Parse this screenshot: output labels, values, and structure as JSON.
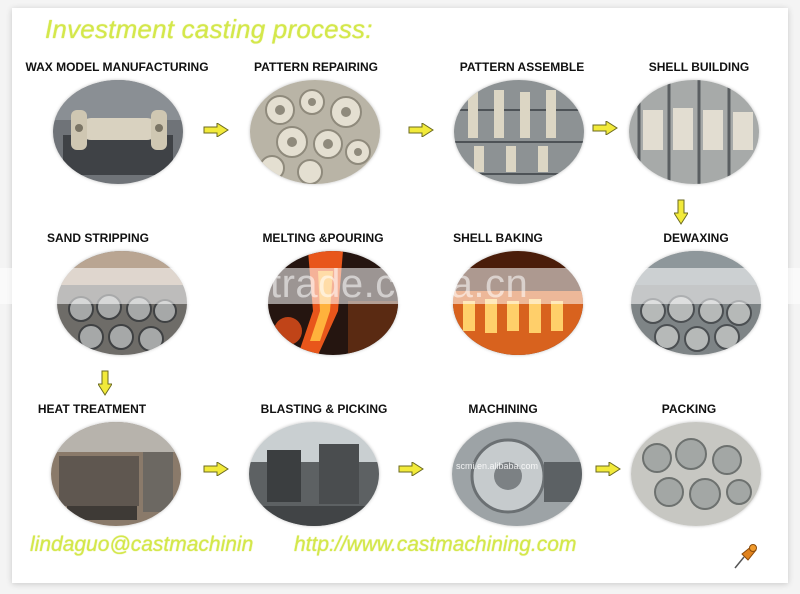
{
  "title": "Investment casting process:",
  "steps": [
    {
      "label": "WAX MODEL MANUFACTURING"
    },
    {
      "label": "PATTERN REPAIRING"
    },
    {
      "label": "PATTERN ASSEMBLE"
    },
    {
      "label": "SHELL BUILDING"
    },
    {
      "label": "SAND STRIPPING"
    },
    {
      "label": "MELTING &POURING"
    },
    {
      "label": "SHELL BAKING"
    },
    {
      "label": "DEWAXING"
    },
    {
      "label": "HEAT TREATMENT"
    },
    {
      "label": "BLASTING & PICKING"
    },
    {
      "label": "MACHINING"
    },
    {
      "label": "PACKING"
    }
  ],
  "watermark": "trade.china.cn",
  "image_mark": "scmi.en.alibaba.com",
  "contact": {
    "email": "lindaguo@castmachinin",
    "website": "http://www.castmachining.com"
  },
  "colors": {
    "accent_text": "#d4e84a",
    "arrow_fill": "#f2ea3a",
    "arrow_stroke": "#6b6a20"
  }
}
